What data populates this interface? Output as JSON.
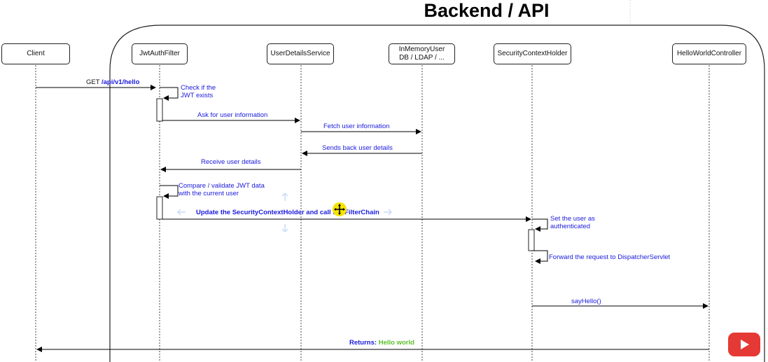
{
  "title": "Backend / API",
  "participants": [
    {
      "id": "client",
      "label": "Client"
    },
    {
      "id": "jwt",
      "label": "JwtAuthFilter"
    },
    {
      "id": "uds",
      "label": "UserDetailsService"
    },
    {
      "id": "inmem",
      "label": "InMemoryUser\nDB / LDAP / ..."
    },
    {
      "id": "sch",
      "label": "SecurityContextHolder"
    },
    {
      "id": "hwc",
      "label": "HelloWorldController"
    }
  ],
  "messages": {
    "get_prefix": "GET ",
    "get_path": "/api/v1/hello",
    "check_jwt": "Check if the\nJWT exists",
    "ask_user": "Ask for user information",
    "fetch_user": "Fetch user information",
    "sends_back": "Sends back user details",
    "receive_details": "Receive user details",
    "compare": "Compare / validate JWT data\nwith the current user",
    "update_sch": "Update the SecurityContextHolder and call the FilterChain",
    "set_auth": "Set the user as\nauthenticated",
    "forward": "Forward the request to DispatcherServlet",
    "say_hello": "sayHello()",
    "returns_label": "Returns:",
    "returns_value": "Hello world"
  },
  "colors": {
    "message_text": "#1a1adc",
    "return_value": "#5cbf2a",
    "youtube": "#e53935"
  },
  "icons": [
    "move-cursor-icon",
    "youtube-play-icon"
  ]
}
